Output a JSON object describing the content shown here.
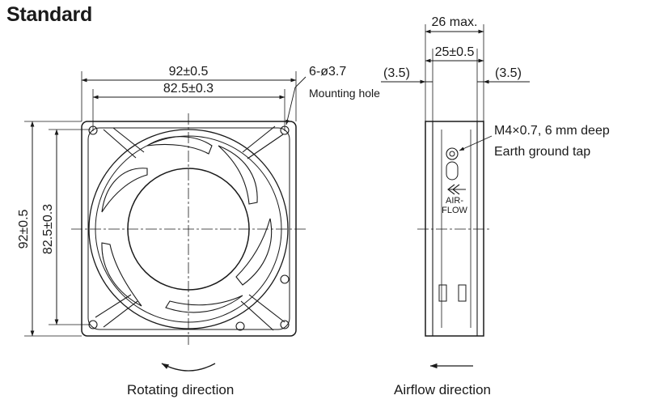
{
  "heading": "Standard",
  "front_view": {
    "width_outer": "92±0.5",
    "width_mount": "82.5±0.3",
    "height_outer": "92±0.5",
    "height_mount": "82.5±0.3",
    "hole_spec": "6-ø3.7",
    "hole_label": "Mounting hole",
    "caption": "Rotating direction"
  },
  "side_view": {
    "depth_max": "26 max.",
    "depth_body": "25±0.5",
    "flange_left": "(3.5)",
    "flange_right": "(3.5)",
    "tap_spec": "M4×0.7, 6 mm deep",
    "tap_label": "Earth ground tap",
    "air_line1": "AIR-",
    "air_line2": "FLOW",
    "caption": "Airflow direction"
  },
  "colors": {
    "ink": "#1a1a1a",
    "paper": "#ffffff"
  }
}
